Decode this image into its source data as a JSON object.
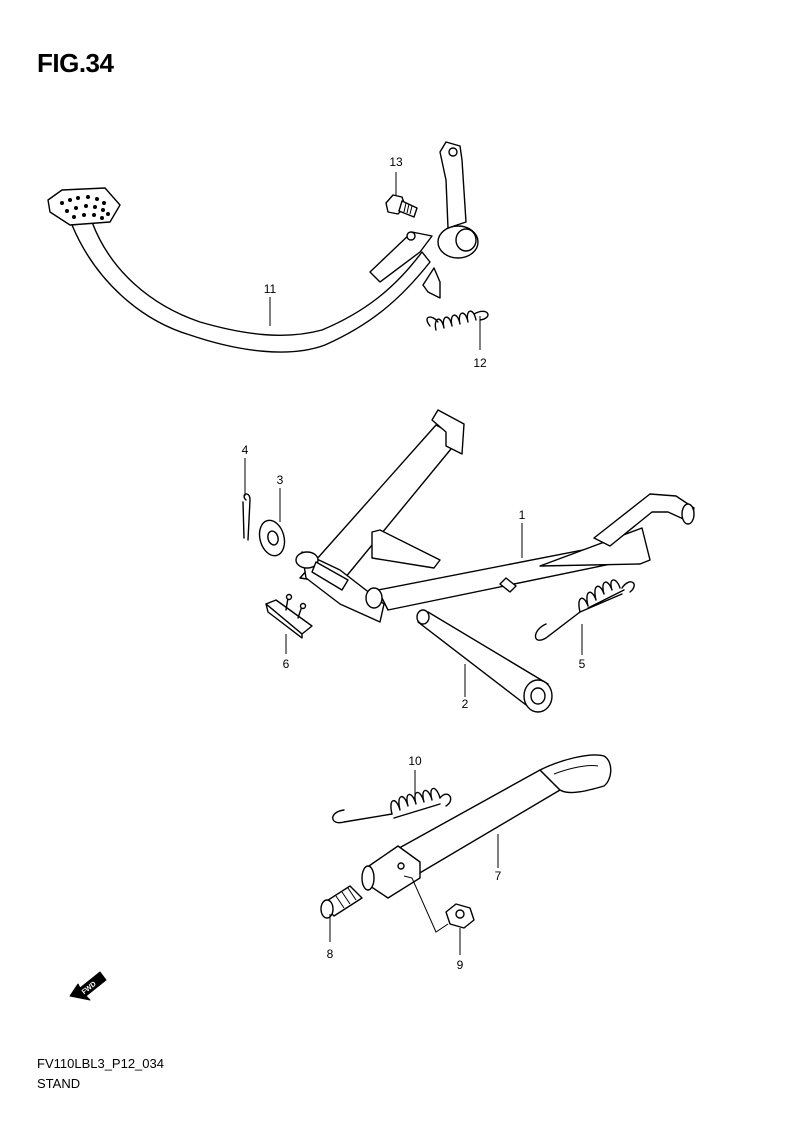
{
  "figure": {
    "title": "FIG.34"
  },
  "footer": {
    "code": "FV110LBL3_P12_034",
    "name": "STAND"
  },
  "callouts": {
    "c1": "1",
    "c2": "2",
    "c3": "3",
    "c4": "4",
    "c5": "5",
    "c6": "6",
    "c7": "7",
    "c8": "8",
    "c9": "9",
    "c10": "10",
    "c11": "11",
    "c12": "12",
    "c13": "13"
  },
  "fwd": {
    "label": "FWD"
  }
}
